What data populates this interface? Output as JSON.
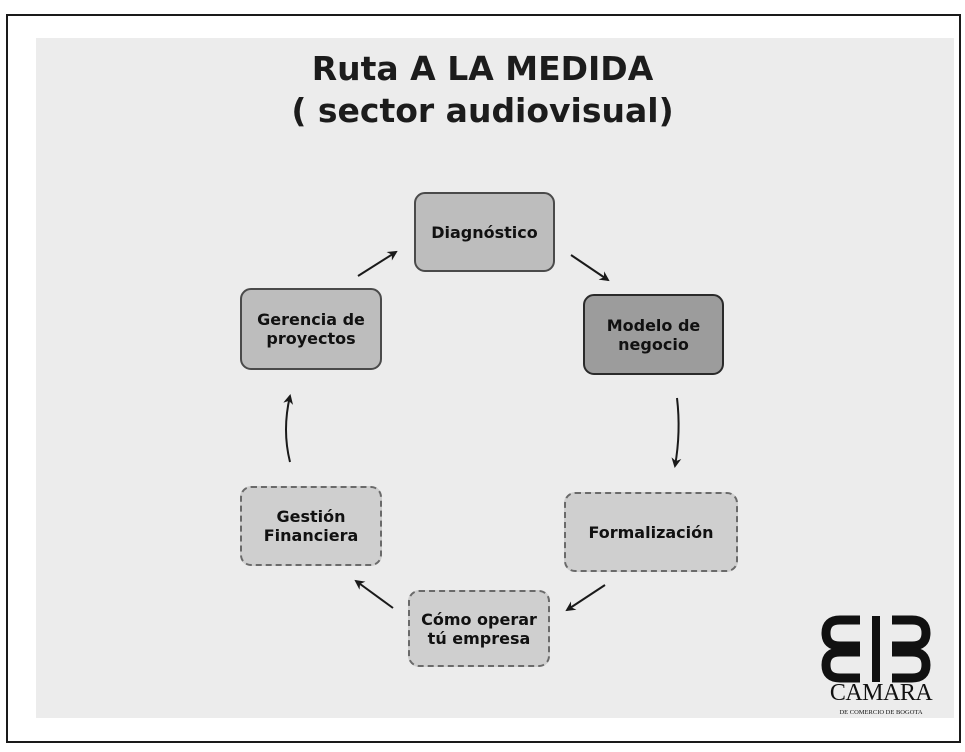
{
  "title": {
    "line1": "Ruta A LA MEDIDA",
    "line2": "( sector audiovisual)"
  },
  "cycle": {
    "steps": [
      {
        "id": "diagnostico",
        "label": "Diagnóstico"
      },
      {
        "id": "modelo-de-negocio",
        "label": "Modelo de\nnegocio"
      },
      {
        "id": "formalizacion",
        "label": "Formalización"
      },
      {
        "id": "como-operar",
        "label": "Cómo operar\ntú empresa"
      },
      {
        "id": "gestion-financiera",
        "label": "Gestión\nFinanciera"
      },
      {
        "id": "gerencia-de-proyectos",
        "label": "Gerencia de\nproyectos"
      }
    ],
    "direction": "clockwise"
  },
  "logo": {
    "name": "CAMARA",
    "subtitle": "DE COMERCIO DE BOGOTA"
  },
  "colors": {
    "slide_background": "#ececec",
    "box_fill": "#bdbdbd",
    "box_fill_highlight": "#9c9c9c",
    "text": "#1c1c1c"
  }
}
